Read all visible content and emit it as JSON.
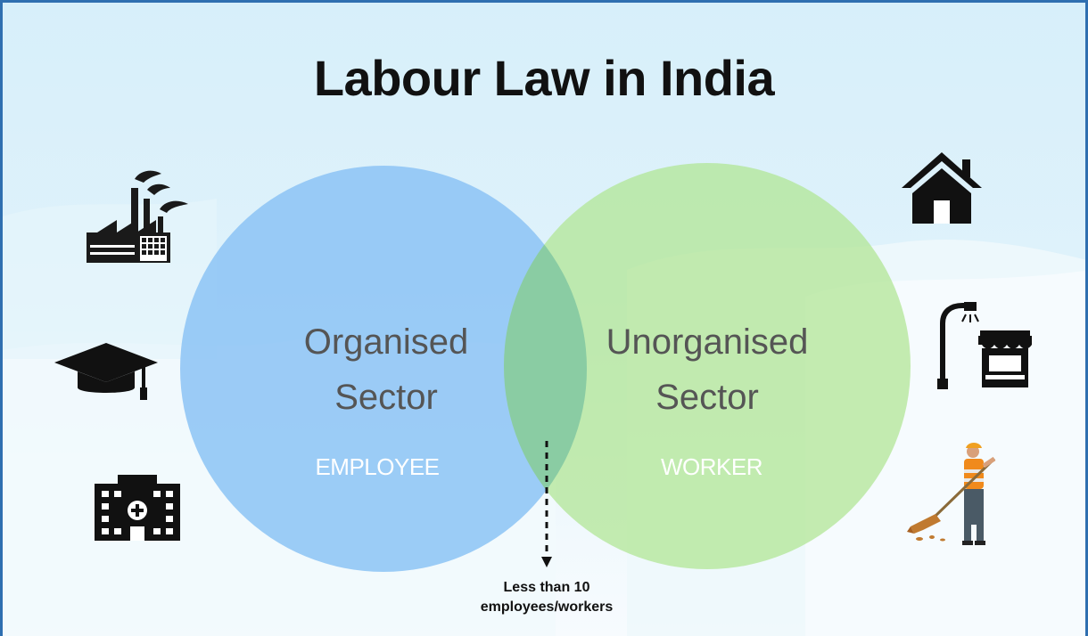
{
  "title": "Labour Law in India",
  "left_circle": {
    "label_line1": "Organised",
    "label_line2": "Sector",
    "role": "EMPLOYEE"
  },
  "right_circle": {
    "label_line1": "Unorganised",
    "label_line2": "Sector",
    "role": "WORKER"
  },
  "threshold": {
    "line1": "Less than 10",
    "line2": "employees/workers"
  },
  "icons": {
    "left": [
      "factory-icon",
      "graduation-cap-icon",
      "hospital-icon"
    ],
    "right": [
      "house-icon",
      "street-vendor-stall-icon",
      "street-sweeper-icon"
    ]
  },
  "colors": {
    "frame_border": "#2f6fb0",
    "left_circle": "#8cc3f5",
    "right_circle": "#b2e696",
    "title": "#111111",
    "sector_label": "#555555",
    "role_label": "#ffffff"
  }
}
